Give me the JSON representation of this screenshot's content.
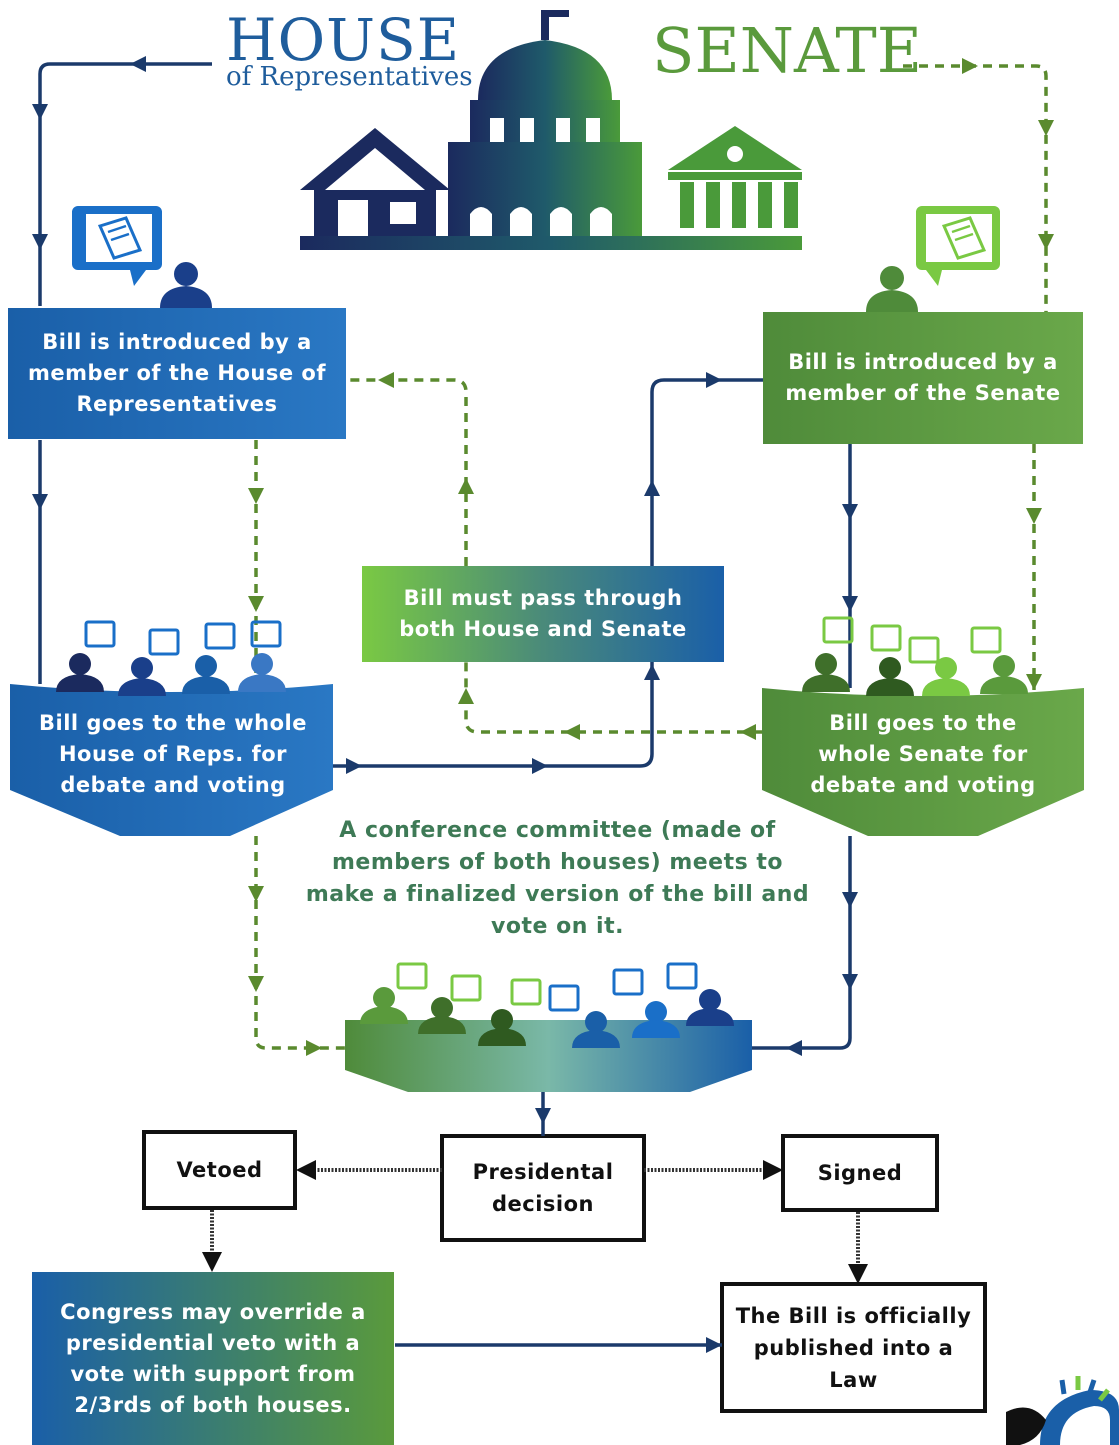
{
  "titles": {
    "house_big": "HOUSE",
    "house_small": "of Representatives",
    "senate": "SENATE"
  },
  "boxes": {
    "house_intro": "Bill is introduced by a member of the House of Representatives",
    "senate_intro": "Bill is introduced by a member of the Senate",
    "must_pass": "Bill must pass through both House and Senate",
    "house_debate": "Bill goes to the whole House of Reps. for debate and voting",
    "senate_debate": "Bill goes to the whole Senate for debate and voting",
    "conference": "A conference committee (made of members of both houses) meets to make a finalized version of the bill and vote on it.",
    "presidential": "Presidental decision",
    "vetoed": "Vetoed",
    "signed": "Signed",
    "override": "Congress may override a presidential veto with a vote with support from 2/3rds of both houses.",
    "law": "The Bill is officially published into a Law"
  },
  "colors": {
    "house_blue": "#1a5fa8",
    "dark_blue": "#1b3a6b",
    "senate_green": "#5a9a3c",
    "light_green": "#7ac943"
  },
  "icons": [
    "capitol-icon",
    "speech-bubble-icon",
    "scroll-icon",
    "person-icon"
  ]
}
